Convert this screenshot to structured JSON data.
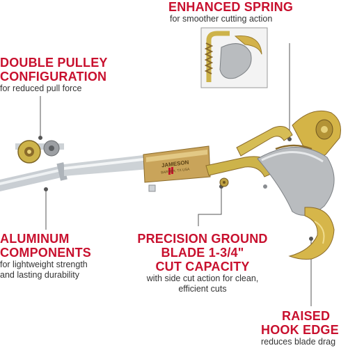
{
  "colors": {
    "heading": "#c8102e",
    "subtext": "#333333",
    "aluminum": "#c9ced3",
    "brass": "#c9a45a",
    "zinc": "#cdb34a",
    "blade": "#b9bcbf",
    "leader": "#555555"
  },
  "callouts": {
    "spring": {
      "title": "ENHANCED SPRING",
      "sub1": "for smoother cutting action"
    },
    "pulley": {
      "title1": "DOUBLE PULLEY",
      "title2": "CONFIGURATION",
      "sub1": "for reduced pull force"
    },
    "aluminum": {
      "title1": "ALUMINUM",
      "title2": "COMPONENTS",
      "sub1": "for lightweight strength",
      "sub2": "and lasting durability"
    },
    "blade": {
      "title1": "PRECISION GROUND",
      "title2": "BLADE 1-3/4\"",
      "title3": "CUT CAPACITY",
      "sub1": "with side cut action for clean,",
      "sub2": "efficient cuts"
    },
    "hook": {
      "title1": "RAISED",
      "title2": "HOOK EDGE",
      "sub1": "reduces blade drag"
    }
  },
  "product": {
    "brand_mark": "JAMESON",
    "brand_submark": "BARKER, TX USA"
  },
  "icons": {
    "spring_inset": "spring-detail-photo",
    "pulley": "pulley-wheel-icon"
  }
}
